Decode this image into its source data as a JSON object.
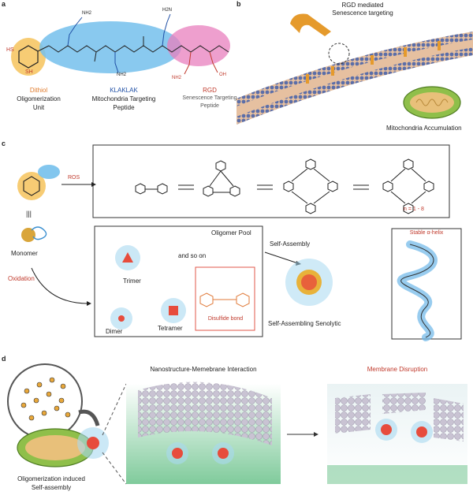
{
  "panel_a": {
    "label": "a",
    "chem": {
      "hs": "HS",
      "sh": "SH",
      "nh2_top": "NH2",
      "nh2_bottom": "NH2",
      "nh2_right": "H2N",
      "guanidine": "NH2",
      "oh": "OH"
    },
    "dithiol": {
      "title": "Dithiol",
      "line1": "Oligomerization",
      "line2": "Unit"
    },
    "klaklak": {
      "title": "KLAKLAK",
      "line1": "Mitochondria Targeting",
      "line2": "Peptide"
    },
    "rgd": {
      "title": "RGD",
      "line1": "Senescence Targeting",
      "line2": "Peptide"
    }
  },
  "panel_b": {
    "label": "b",
    "rgd_line1": "RGD mediated",
    "rgd_line2": "Senescence targeting",
    "mito_label": "Mitochondria Accumulation"
  },
  "panel_c": {
    "label": "c",
    "ros": "ROS",
    "n_range": "n = 1 - 8",
    "equiv": "|||",
    "monomer": "Monomer",
    "oxidation": "Oxidation",
    "oligomer_pool": "Oligomer Pool",
    "trimer": "Trimer",
    "and_so_on": "and so on",
    "dimer": "Dimer",
    "tetramer": "Tetramer",
    "disulfide_bond": "Disulfide bond",
    "self_assembly": "Self-Assembly",
    "stable_helix": "Stable α-helix",
    "senolytic": "Self-Assembling Senolytic"
  },
  "panel_d": {
    "label": "d",
    "interaction_title": "Nanostructure-Memebrane Interaction",
    "disruption_title": "Membrane Disruption",
    "induced_line1": "Oligomerization induced",
    "induced_line2": "Self-assembly"
  }
}
